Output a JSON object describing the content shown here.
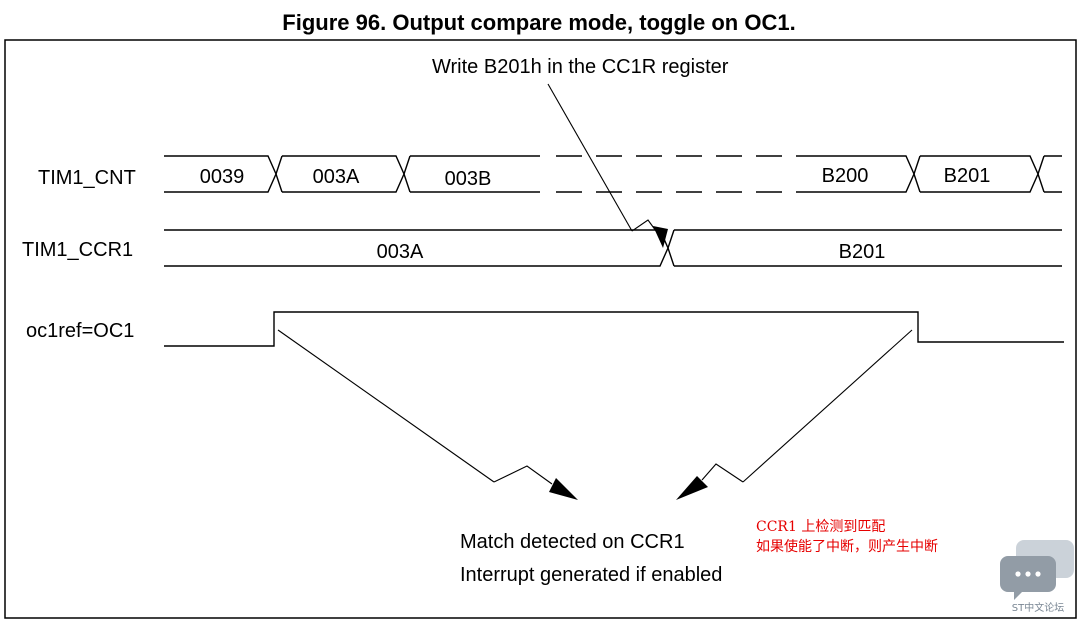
{
  "figure": {
    "title": "Figure 96. Output compare mode, toggle on OC1."
  },
  "annotation_top": "Write B201h in the CC1R register",
  "signals": {
    "cnt": {
      "name": "TIM1_CNT",
      "values": [
        "0039",
        "003A",
        "003B",
        "B200",
        "B201"
      ]
    },
    "ccr": {
      "name": "TIM1_CCR1",
      "values": [
        "003A",
        "B201"
      ]
    },
    "oc": {
      "name": "oc1ref=OC1"
    }
  },
  "annotation_bottom": {
    "line1": "Match detected on CCR1",
    "line2": "Interrupt generated if enabled"
  },
  "note_cn": {
    "line1": "CCR1 上检测到匹配",
    "line2": "如果使能了中断，则产生中断"
  },
  "watermark": {
    "text": "ST中文论坛",
    "icon": "chat-bubble-icon"
  },
  "colors": {
    "ink": "#000000",
    "note": "#e60000",
    "watermark": "#8a96a3"
  }
}
